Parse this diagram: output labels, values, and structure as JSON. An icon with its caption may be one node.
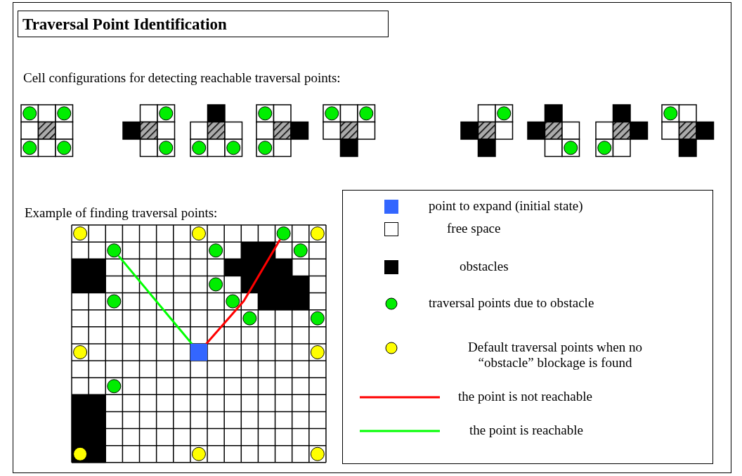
{
  "diagram": {
    "title": "Traversal Point Identification",
    "nodes": [
      {
        "text": [],
        "shape": "circle"
      },
      {
        "text": [],
        "shape": "circle"
      },
      {
        "text": [],
        "shape": "circle"
      },
      {
        "text": [],
        "shape": "circle"
      },
      {
        "text": [],
        "shape": "circle"
      },
      {
        "text": [],
        "shape": "circle"
      },
      {
        "text": [],
        "shape": "circle"
      },
      {
        "text": [],
        "shape": "circle"
      },
      {
        "text": [],
        "shape": "circle"
      },
      {
        "text": [],
        "shape": "circle"
      },
      {
        "text": [],
        "shape": "circle"
      },
      {
        "text": [],
        "shape": "circle"
      },
      {
        "text": [],
        "shape": "circle"
      },
      {
        "text": [],
        "shape": "box"
      },
      {
        "text": [],
        "shape": "circle"
      },
      {
        "text": [],
        "shape": "circle"
      },
      {
        "text": [],
        "shape": "circle"
      },
      {
        "text": [],
        "shape": "circle"
      },
      {
        "text": [],
        "shape": "circle"
      }
    ],
    "edges": [
      {
        "from": 13,
        "to": 2,
        "arrow": "none",
        "color": "#ff0000"
      },
      {
        "from": 4,
        "to": 13,
        "arrow": "none",
        "color": "#00ff00"
      }
    ],
    "labels": [
      "Cell configurations for detecting reachable traversal points:",
      "Example of finding traversal points:"
    ],
    "legend": [
      {
        "text": "point to expand (initial state)",
        "color": "#3366ff"
      },
      {
        "text": "free space",
        "color": "#ffffff"
      },
      {
        "text": "obstacles",
        "color": "#000000"
      },
      {
        "text": "traversal points due to obstacle"
      },
      {
        "text": "Default traversal points when no “obstacle” blockage is found"
      },
      {
        "text": "the point is not reachable"
      },
      {
        "text": "the point is reachable"
      }
    ]
  }
}
